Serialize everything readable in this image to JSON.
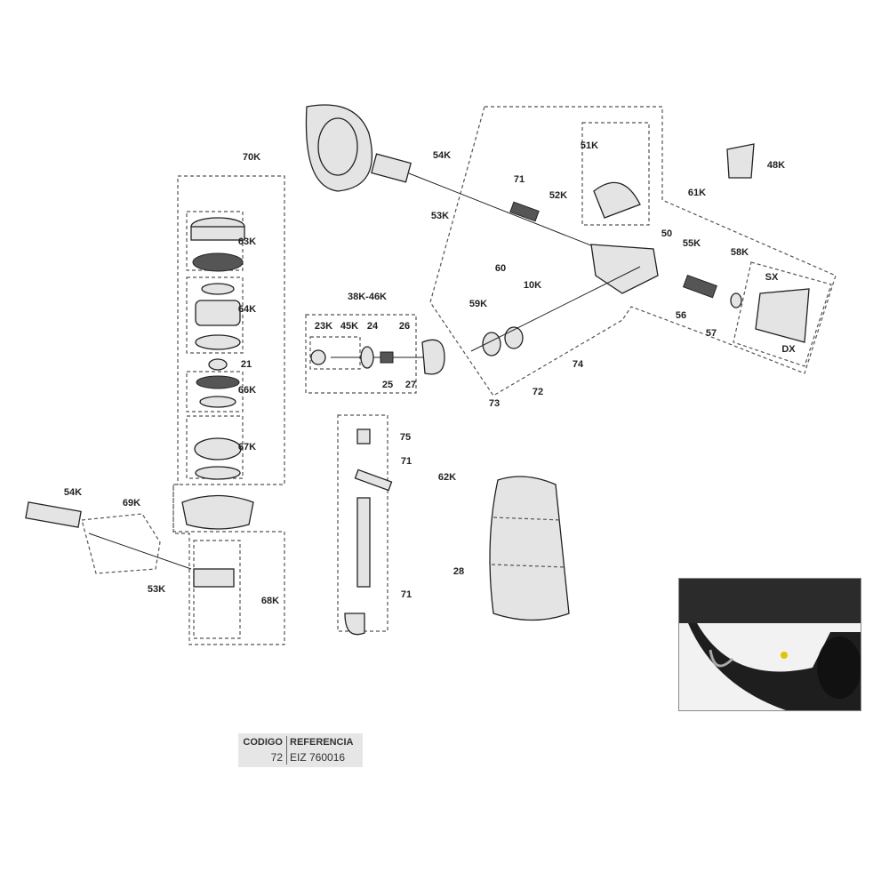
{
  "diagram": {
    "callouts": [
      "70K",
      "63K",
      "64K",
      "21",
      "66K",
      "67K",
      "69K",
      "54K",
      "53K",
      "68K",
      "54K",
      "53K",
      "71",
      "52K",
      "51K",
      "61K",
      "48K",
      "50",
      "55K",
      "58K",
      "SX",
      "DX",
      "60",
      "10K",
      "56",
      "57",
      "59K",
      "74",
      "72",
      "73",
      "38K-46K",
      "23K",
      "45K",
      "24",
      "26",
      "25",
      "27",
      "75",
      "71",
      "62K",
      "71",
      "28"
    ]
  },
  "legend": {
    "col1_header": "CODIGO",
    "col2_header": "REFERENCIA",
    "col1_value": "72",
    "col2_value": "EIZ 760016"
  }
}
